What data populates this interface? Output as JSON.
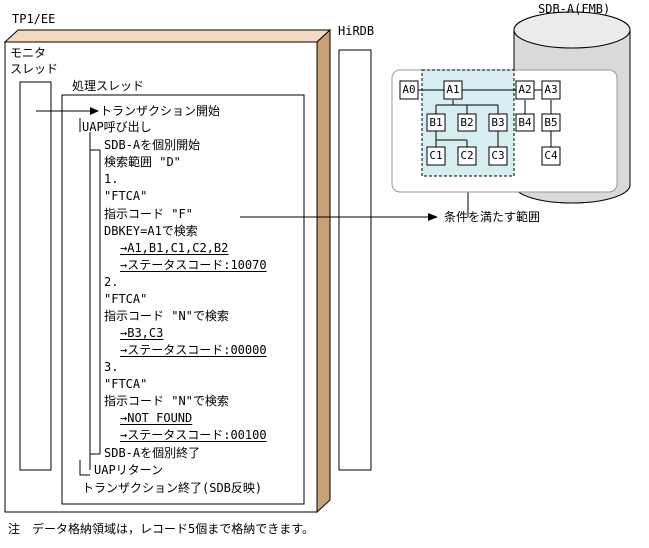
{
  "labels": {
    "tp1": "TP1/EE",
    "hirdb": "HiRDB",
    "sdb": "SDB-A(FMB)",
    "monitor_line1": "モニタ",
    "monitor_line2": "スレッド",
    "processing_thread": "処理スレッド",
    "condition_range": "条件を満たす範囲",
    "note": "注　データ格納領域は，レコード5個まで格納できます。"
  },
  "steps": [
    "トランザクション開始",
    "UAP呼び出し",
    "SDB-Aを個別開始",
    "検索範囲 \"D\"",
    "1.",
    "\"FTCA\"",
    "指示コード \"F\"",
    "DBKEY=A1で検索",
    "→A1,B1,C1,C2,B2",
    "→ステータスコード:10070",
    "2.",
    "\"FTCA\"",
    "指示コード \"N\"で検索",
    "→B3,C3",
    "→ステータスコード:00000",
    "3.",
    "\"FTCA\"",
    "指示コード \"N\"で検索",
    "→NOT FOUND",
    "→ステータスコード:00100",
    "SDB-Aを個別終了",
    "UAPリターン",
    "トランザクション終了(SDB反映)"
  ],
  "records": {
    "a0": "A0",
    "a1": "A1",
    "a2": "A2",
    "a3": "A3",
    "b1": "B1",
    "b2": "B2",
    "b3": "B3",
    "b4": "B4",
    "b5": "B5",
    "c1": "C1",
    "c2": "C2",
    "c3": "C3",
    "c4": "C4"
  },
  "colors": {
    "tp1_frame": "#f4d9c0",
    "range_highlight": "#d6eef2",
    "cylinder_shade": "#d9d9d9",
    "line": "#000000"
  }
}
